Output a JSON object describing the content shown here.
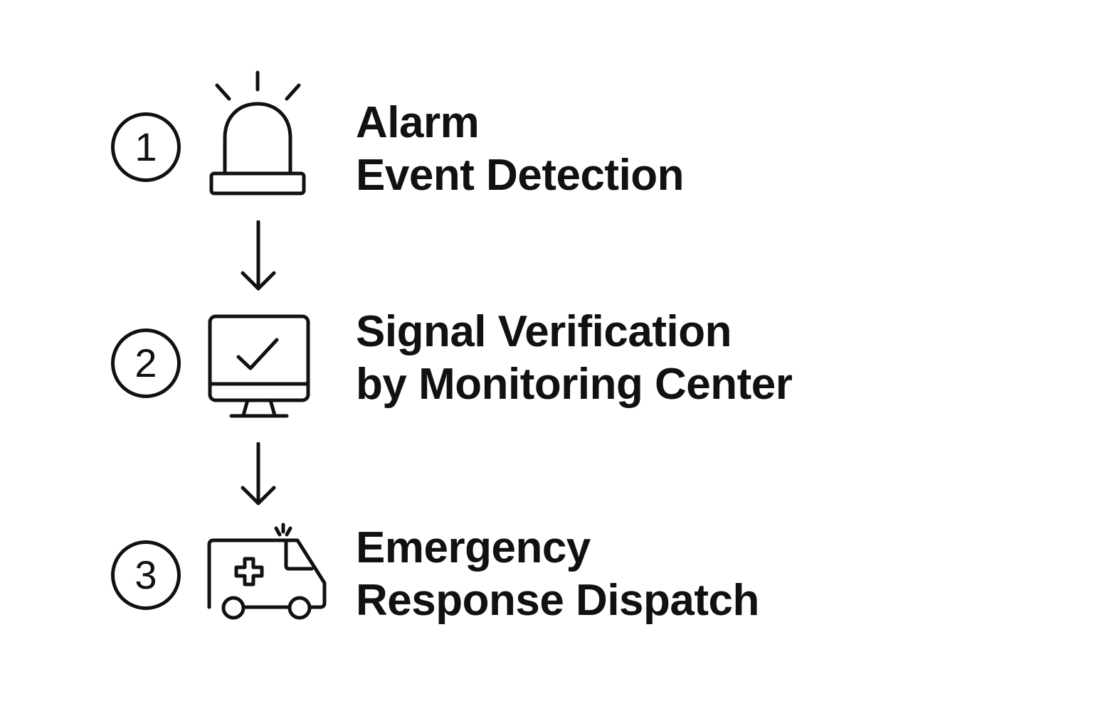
{
  "theme": {
    "stroke": "#111111",
    "background": "#ffffff"
  },
  "steps": [
    {
      "number": "1",
      "icon": "alarm-siren-icon",
      "lines": [
        "Alarm",
        "Event Detection"
      ]
    },
    {
      "number": "2",
      "icon": "monitor-check-icon",
      "lines": [
        "Signal Verification",
        "by Monitoring Center"
      ]
    },
    {
      "number": "3",
      "icon": "ambulance-icon",
      "lines": [
        "Emergency",
        "Response Dispatch"
      ]
    }
  ]
}
